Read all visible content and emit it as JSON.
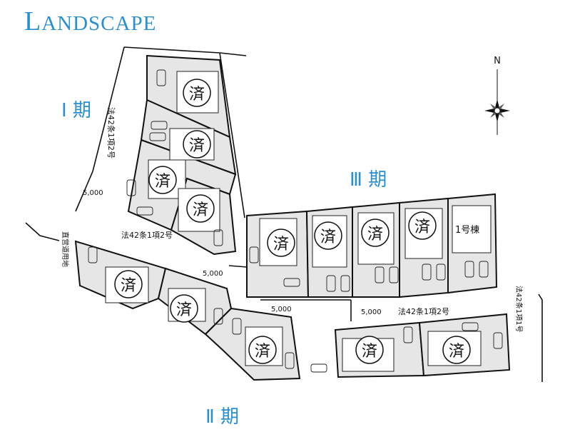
{
  "title": {
    "first": "L",
    "rest": "ANDSCAPE"
  },
  "phases": {
    "phase1": "Ⅰ 期",
    "phase2": "Ⅱ 期",
    "phase3": "Ⅲ 期"
  },
  "compass": {
    "north": "N"
  },
  "roads": {
    "road_1_2_2_vertical": "法42条1項2号",
    "road_1_2_mid": "法42条1項2号",
    "road_1_2_east": "法42条1項2号",
    "road_1_1_vertical": "法42条1項1号",
    "private_road": "直営道用地"
  },
  "dimensions": [
    "5,000",
    "5,000",
    "5,000",
    "5,000"
  ],
  "sold_mark": "済",
  "lot_label": "1号棟",
  "colors": {
    "accent": "#2a8fd0",
    "lot_fill": "#e6e6e6",
    "line": "#111111"
  }
}
